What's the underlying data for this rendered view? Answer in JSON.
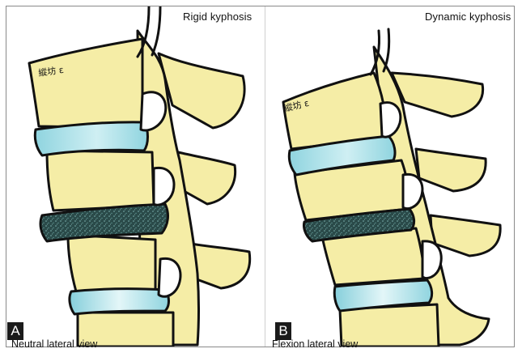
{
  "panels": [
    {
      "letter": "A",
      "title": "Rigid kyphosis",
      "caption": "Neutral lateral view"
    },
    {
      "letter": "B",
      "title": "Dynamic kyphosis",
      "caption": "Flexion lateral view"
    }
  ],
  "colors": {
    "bone": "#f5eda6",
    "bone_shadow": "#e9dc88",
    "disc_healthy": "#8fd4df",
    "disc_highlight": "#e3f6f8",
    "disc_degenerated": "#2a4a49",
    "outline": "#111111"
  },
  "icons": [
    "signature-mark"
  ]
}
